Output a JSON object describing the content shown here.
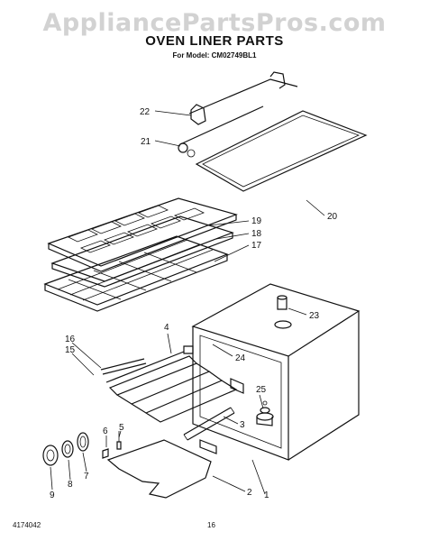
{
  "watermark": "AppliancePartsPros.com",
  "title": "OVEN LINER PARTS",
  "subtitle": "For Model: CM02749BL1",
  "footer": {
    "doc_number": "4174042",
    "page_number": "16"
  },
  "callouts": {
    "c1": "1",
    "c2": "2",
    "c3": "3",
    "c4": "4",
    "c5": "5",
    "c6": "6",
    "c7": "7",
    "c8": "8",
    "c9": "9",
    "c15": "15",
    "c16": "16",
    "c17": "17",
    "c18": "18",
    "c19": "19",
    "c20": "20",
    "c21": "21",
    "c22": "22",
    "c23": "23",
    "c24": "24",
    "c25": "25"
  }
}
